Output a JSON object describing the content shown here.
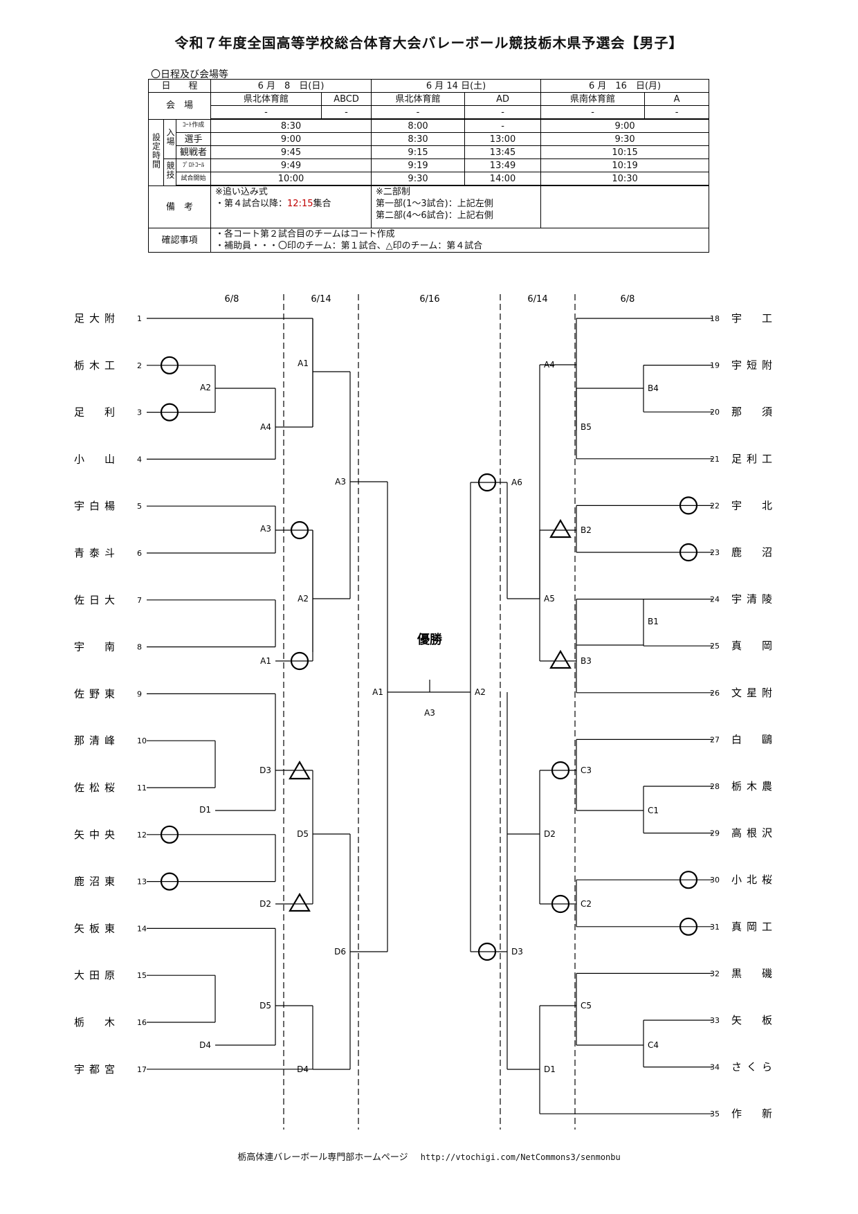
{
  "title": "令和７年度全国高等学校総合体育大会バレーボール競技栃木県予選会【男子】",
  "schedule": {
    "label": "〇日程及び会場等",
    "date_header": "日　　程",
    "dates": [
      "6 月　8　日(日)",
      "6 月 14 日(土)",
      "6 月　16　日(月)"
    ],
    "venue_header": "会　場",
    "venues": [
      {
        "name": "県北体育館",
        "courts": "ABCD",
        "sub1": "-",
        "sub2": "-"
      },
      {
        "name": "県北体育館",
        "courts": "AD",
        "sub1": "-",
        "sub2": "-"
      },
      {
        "name": "県南体育館",
        "courts": "A",
        "sub1": "-",
        "sub2": "-"
      }
    ],
    "time_group_label": "設定時間",
    "entry_label": "入場",
    "game_label": "競技",
    "rows": [
      {
        "label": "ｺｰﾄ作成",
        "d1": "8:30",
        "d2a": "8:00",
        "d2b": "-",
        "d3": "9:00"
      },
      {
        "label": "選手",
        "d1": "9:00",
        "d2a": "8:30",
        "d2b": "13:00",
        "d3": "9:30"
      },
      {
        "label": "観戦者",
        "d1": "9:45",
        "d2a": "9:15",
        "d2b": "13:45",
        "d3": "10:15"
      },
      {
        "label": "ﾌﾟﾛﾄｺｰﾙ",
        "d1": "9:49",
        "d2a": "9:19",
        "d2b": "13:49",
        "d3": "10:19"
      },
      {
        "label": "試合開始",
        "d1": "10:00",
        "d2a": "9:30",
        "d2b": "14:00",
        "d3": "10:30"
      }
    ],
    "remarks_label": "備　考",
    "remarks1_line1": "※追い込み式",
    "remarks1_line2_pre": "・第４試合以降：",
    "remarks1_line2_red": "12:15",
    "remarks1_line2_post": "集合",
    "remarks2_line1": "※二部制",
    "remarks2_line2": "第一部(1～3試合)：上記左側",
    "remarks2_line3": "第二部(4～6試合)：上記右側",
    "confirm_label": "確認事項",
    "confirm_line1": "・各コート第２試合目のチームはコート作成",
    "confirm_line2": "・補助員・・・〇印のチーム：第１試合、△印のチーム：第４試合"
  },
  "bracket": {
    "dates_left": [
      "6/8",
      "6/14"
    ],
    "date_center": "6/16",
    "dates_right": [
      "6/14",
      "6/8"
    ],
    "left_teams": [
      {
        "no": "1",
        "name": "足大附"
      },
      {
        "no": "2",
        "name": "栃木工"
      },
      {
        "no": "3",
        "name": "足　利"
      },
      {
        "no": "4",
        "name": "小　山"
      },
      {
        "no": "5",
        "name": "宇白楊"
      },
      {
        "no": "6",
        "name": "青泰斗"
      },
      {
        "no": "7",
        "name": "佐日大"
      },
      {
        "no": "8",
        "name": "宇　南"
      },
      {
        "no": "9",
        "name": "佐野東"
      },
      {
        "no": "10",
        "name": "那清峰"
      },
      {
        "no": "11",
        "name": "佐松桜"
      },
      {
        "no": "12",
        "name": "矢中央"
      },
      {
        "no": "13",
        "name": "鹿沼東"
      },
      {
        "no": "14",
        "name": "矢板東"
      },
      {
        "no": "15",
        "name": "大田原"
      },
      {
        "no": "16",
        "name": "栃　木"
      },
      {
        "no": "17",
        "name": "宇都宮"
      }
    ],
    "right_teams": [
      {
        "no": "18",
        "name": "宇　工"
      },
      {
        "no": "19",
        "name": "宇短附"
      },
      {
        "no": "20",
        "name": "那　須"
      },
      {
        "no": "21",
        "name": "足利工"
      },
      {
        "no": "22",
        "name": "宇　北"
      },
      {
        "no": "23",
        "name": "鹿　沼"
      },
      {
        "no": "24",
        "name": "宇清陵"
      },
      {
        "no": "25",
        "name": "真　岡"
      },
      {
        "no": "26",
        "name": "文星附"
      },
      {
        "no": "27",
        "name": "白　鷗"
      },
      {
        "no": "28",
        "name": "栃木農"
      },
      {
        "no": "29",
        "name": "高根沢"
      },
      {
        "no": "30",
        "name": "小北桜"
      },
      {
        "no": "31",
        "name": "真岡工"
      },
      {
        "no": "32",
        "name": "黒　磯"
      },
      {
        "no": "33",
        "name": "矢　板"
      },
      {
        "no": "34",
        "name": "さくら"
      },
      {
        "no": "35",
        "name": "作　新"
      }
    ],
    "champion_label": "優勝",
    "match_labels": {
      "L_A2a": "A2",
      "L_A4": "A4",
      "L_A1a": "A1",
      "L_A3a": "A3",
      "L_A2b": "A2",
      "L_A1b": "A1",
      "L_A3b": "A3",
      "L_D1a": "D1",
      "L_D3": "D3",
      "L_D2": "D2",
      "L_D5a": "D5",
      "L_D4a": "D4",
      "L_D5b": "D5",
      "L_D4b": "D4",
      "L_D6": "D6",
      "L_A1c": "A1",
      "R_B4": "B4",
      "R_B5": "B5",
      "R_A4": "A4",
      "R_B2": "B2",
      "R_B1": "B1",
      "R_B3": "B3",
      "R_A5": "A5",
      "R_A6": "A6",
      "R_C1": "C1",
      "R_C3": "C3",
      "R_C2": "C2",
      "R_D2": "D2",
      "R_C4": "C4",
      "R_C5": "C5",
      "R_D1": "D1",
      "R_D3": "D3",
      "R_A2": "A2",
      "F_A3": "A3"
    }
  },
  "footer": {
    "text": "栃高体連バレーボール専門部ホームページ",
    "url": "http://vtochigi.com/NetCommons3/senmonbu"
  }
}
